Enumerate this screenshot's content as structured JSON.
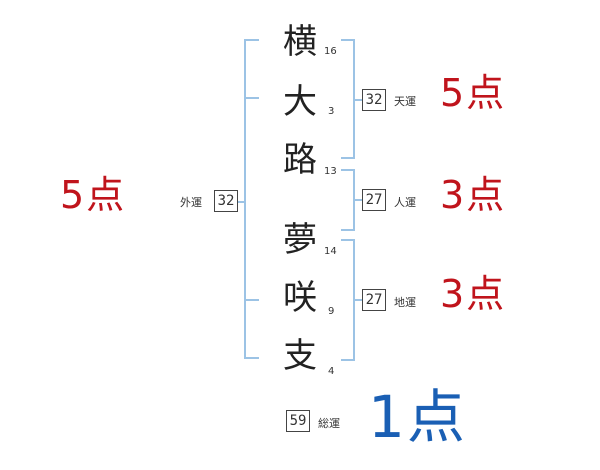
{
  "name_chars": [
    {
      "char": "横",
      "strokes": "16"
    },
    {
      "char": "大",
      "strokes": "3"
    },
    {
      "char": "路",
      "strokes": "13"
    },
    {
      "char": "夢",
      "strokes": "14"
    },
    {
      "char": "咲",
      "strokes": "9"
    },
    {
      "char": "支",
      "strokes": "4"
    }
  ],
  "fortunes": {
    "tenkaku": {
      "label": "天運",
      "value": "32",
      "score": "5点"
    },
    "jinkaku": {
      "label": "人運",
      "value": "27",
      "score": "3点"
    },
    "chikaku": {
      "label": "地運",
      "value": "27",
      "score": "3点"
    },
    "gaikaku": {
      "label": "外運",
      "value": "32",
      "score": "5点"
    },
    "soukaku": {
      "label": "総運",
      "value": "59",
      "score": "1点"
    }
  },
  "colors": {
    "bracket": "#9cc3e5",
    "score_red": "#c0141c",
    "score_blue": "#1a5fb4"
  }
}
